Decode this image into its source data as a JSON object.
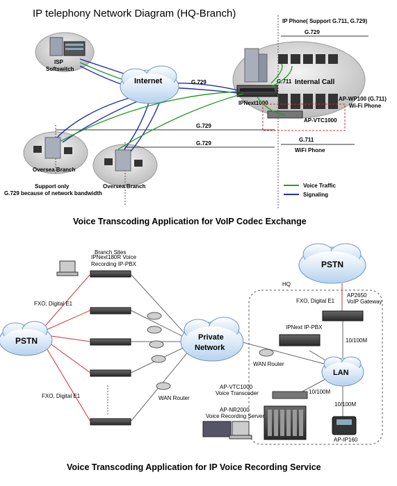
{
  "top": {
    "title": "IP telephony Network Diagram (HQ-Branch)",
    "caption": "Voice Transcoding Application for VoIP Codec Exchange",
    "isp_label_1": "ISP",
    "isp_label_2": "Softswitch",
    "internet": "Internet",
    "ip_phone_header": "IP Phone( Support G.711, G.729)",
    "g729_top": "G.729",
    "g711_top": "G.711",
    "internal_call": "Internal Call",
    "ipnext": "IPNext1000",
    "g729_link": "G.729",
    "wp100_1": "AP-WP100 (G.711)",
    "wp100_2": "Wi-Fi Phone",
    "vtc1000": "AP-VTC1000",
    "g729_mid1": "G.729",
    "g729_mid2": "G.729",
    "g711_wifi": "G.711",
    "wifi_phone": "WiFi Phone",
    "oversea1": "Oversea Branch",
    "oversea2": "Oversea Branch",
    "support_1": "Support only",
    "support_2": "G.729 because of network bandwidth",
    "legend_voice": "Voice Traffic",
    "legend_signal": "Signaling",
    "colors": {
      "voice": "#2a9a2a",
      "signal": "#1f2fb0",
      "red_box": "#d03030"
    }
  },
  "bottom": {
    "caption": "Voice Transcoding Application for IP Voice Recording Service",
    "branch_sites": "Branch Sites",
    "ipnext180_1": "IPNext180R  Voice",
    "ipnext180_2": "Recording  IP-PBX",
    "fxo1": "FXO, Digital E1",
    "fxo2": "FXO, Digital E1",
    "pstn_left": "PSTN",
    "private_1": "Private",
    "private_2": "Network",
    "wan_router_1": "WAN Router",
    "pstn_right": "PSTN",
    "hq": "HQ",
    "fxo_hq": "FXO, Digital E1",
    "ap2650_1": "AP2650",
    "ap2650_2": "VoIP Gateway",
    "ipnext_pbx": "IPNext IP-PBX",
    "speed1": "10/100M",
    "wan_router_2": "WAN Router",
    "lan": "LAN",
    "vtc_1": "AP-VTC1000",
    "vtc_2": "Voice Transcoder",
    "speed2": "10/100M",
    "nr_1": "AP-NR2000",
    "nr_2": "Voice Recording Server",
    "speed3": "10/100M",
    "ip160": "AP-IP160"
  }
}
